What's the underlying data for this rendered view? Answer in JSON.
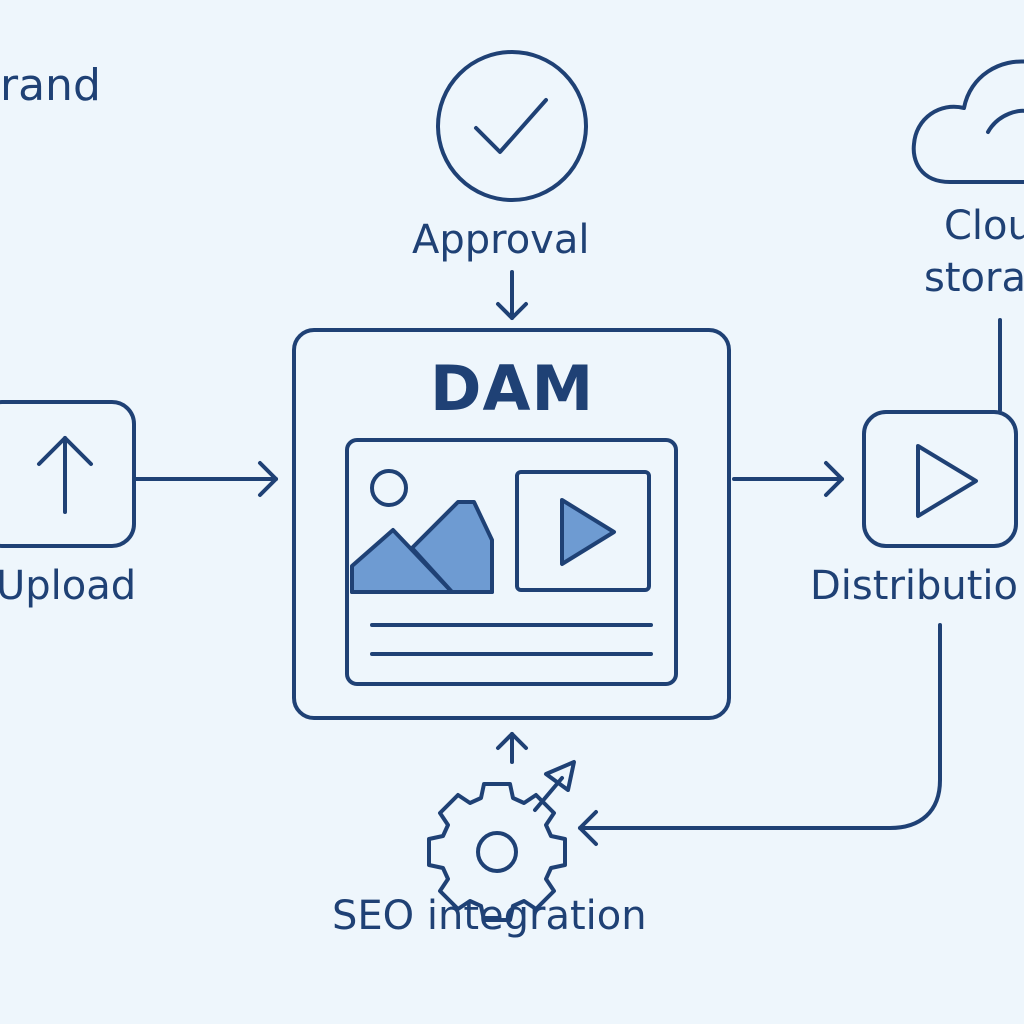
{
  "diagram": {
    "brand_label": "rand",
    "approval_label": "Approval",
    "cloud_label_line1": "Clou",
    "cloud_label_line2": "stora",
    "upload_label": "Upload",
    "dam_label": "DAM",
    "distribution_label": "Distributio",
    "seo_label": "SEO integration"
  },
  "colors": {
    "background": "#eef6fc",
    "stroke": "#1f4175",
    "fill_accent": "#6e9bd2"
  },
  "icons": {
    "approval": "check-circle-icon",
    "cloud": "cloud-icon",
    "upload": "upload-arrow-icon",
    "distribution": "play-icon",
    "seo": "gear-arrow-icon",
    "dam_image": "image-icon",
    "dam_video": "video-play-icon"
  }
}
